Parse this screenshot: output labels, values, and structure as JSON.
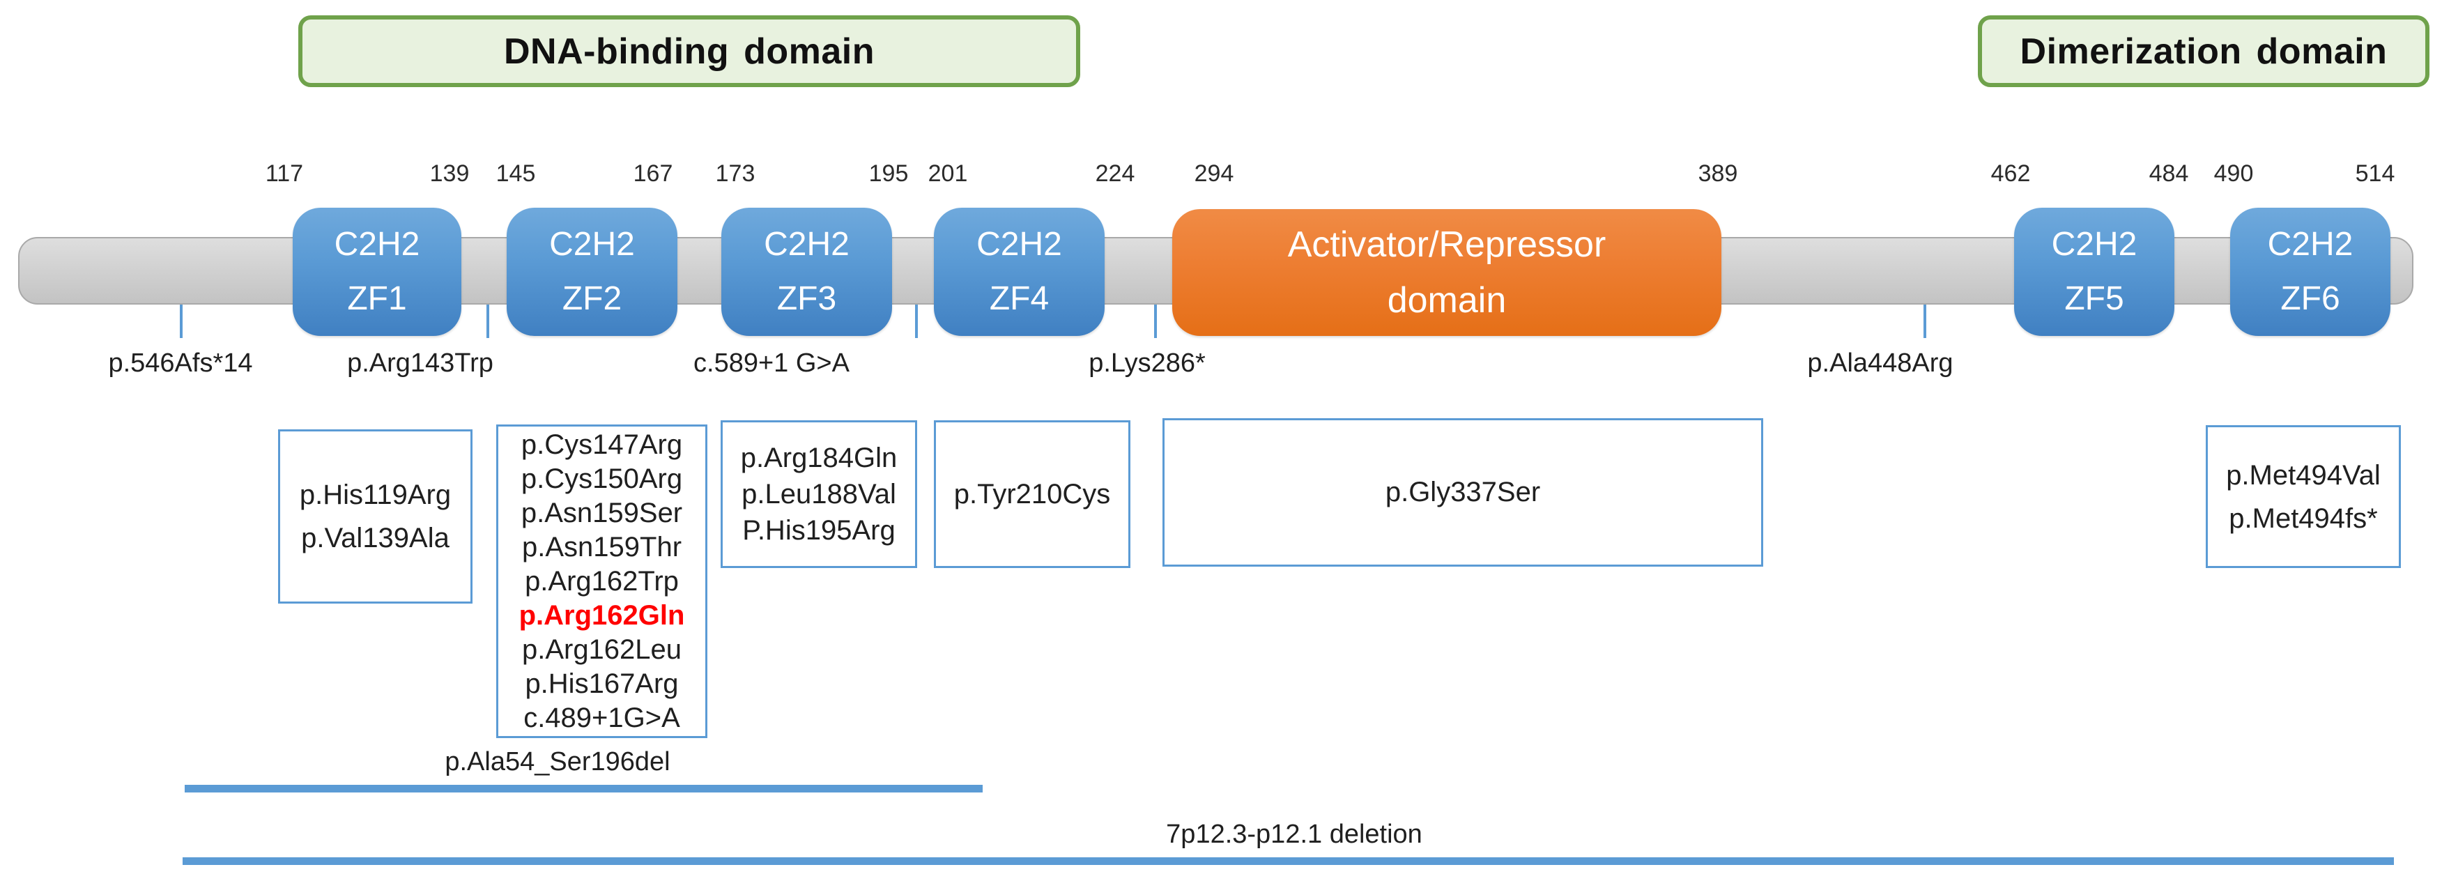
{
  "figure": {
    "region_labels": [
      {
        "label": "DNA-binding domain"
      },
      {
        "label": "Dimerization domain"
      }
    ],
    "backbone_positions": [
      "117",
      "139",
      "145",
      "167",
      "173",
      "195",
      "201",
      "224",
      "294",
      "389",
      "462",
      "484",
      "490",
      "514"
    ],
    "zf_domains": [
      {
        "line1": "C2H2",
        "line2": "ZF1"
      },
      {
        "line1": "C2H2",
        "line2": "ZF2"
      },
      {
        "line1": "C2H2",
        "line2": "ZF3"
      },
      {
        "line1": "C2H2",
        "line2": "ZF4"
      },
      {
        "line1": "C2H2",
        "line2": "ZF5"
      },
      {
        "line1": "C2H2",
        "line2": "ZF6"
      }
    ],
    "central_domain": {
      "line1": "Activator/Repressor",
      "line2": "domain"
    },
    "point_mutations": [
      "p.546Afs*14",
      "p.Arg143Trp",
      "c.589+1 G>A",
      "p.Lys286*",
      "p.Ala448Arg"
    ],
    "mutation_boxes": [
      {
        "items": [
          "p.His119Arg",
          "p.Val139Ala"
        ]
      },
      {
        "items": [
          "p.Cys147Arg",
          "p.Cys150Arg",
          "p.Asn159Ser",
          "p.Asn159Thr",
          "p.Arg162Trp",
          "p.Arg162Gln",
          "p.Arg162Leu",
          "p.His167Arg",
          "c.489+1G>A"
        ],
        "highlighted_item": "p.Arg162Gln"
      },
      {
        "items": [
          "p.Arg184Gln",
          "p.Leu188Val",
          "P.His195Arg"
        ]
      },
      {
        "items": [
          "p.Tyr210Cys"
        ]
      },
      {
        "items": [
          "p.Gly337Ser"
        ]
      },
      {
        "items": [
          "p.Met494Val",
          "p.Met494fs*"
        ]
      }
    ],
    "deletions": [
      {
        "label": "p.Ala54_Ser196del"
      },
      {
        "label": "7p12.3-p12.1 deletion"
      }
    ],
    "colors": {
      "domain_blue": "#5B9BD5",
      "accent_orange": "#ED7D31",
      "green_fill": "#E8F2DF",
      "green_border": "#6FA24B",
      "backbone_gray": "#CFCFCF",
      "box_border_blue": "#5B9BD5",
      "deletion_blue": "#5B9BD5",
      "highlight_red": "#FF0000"
    }
  }
}
